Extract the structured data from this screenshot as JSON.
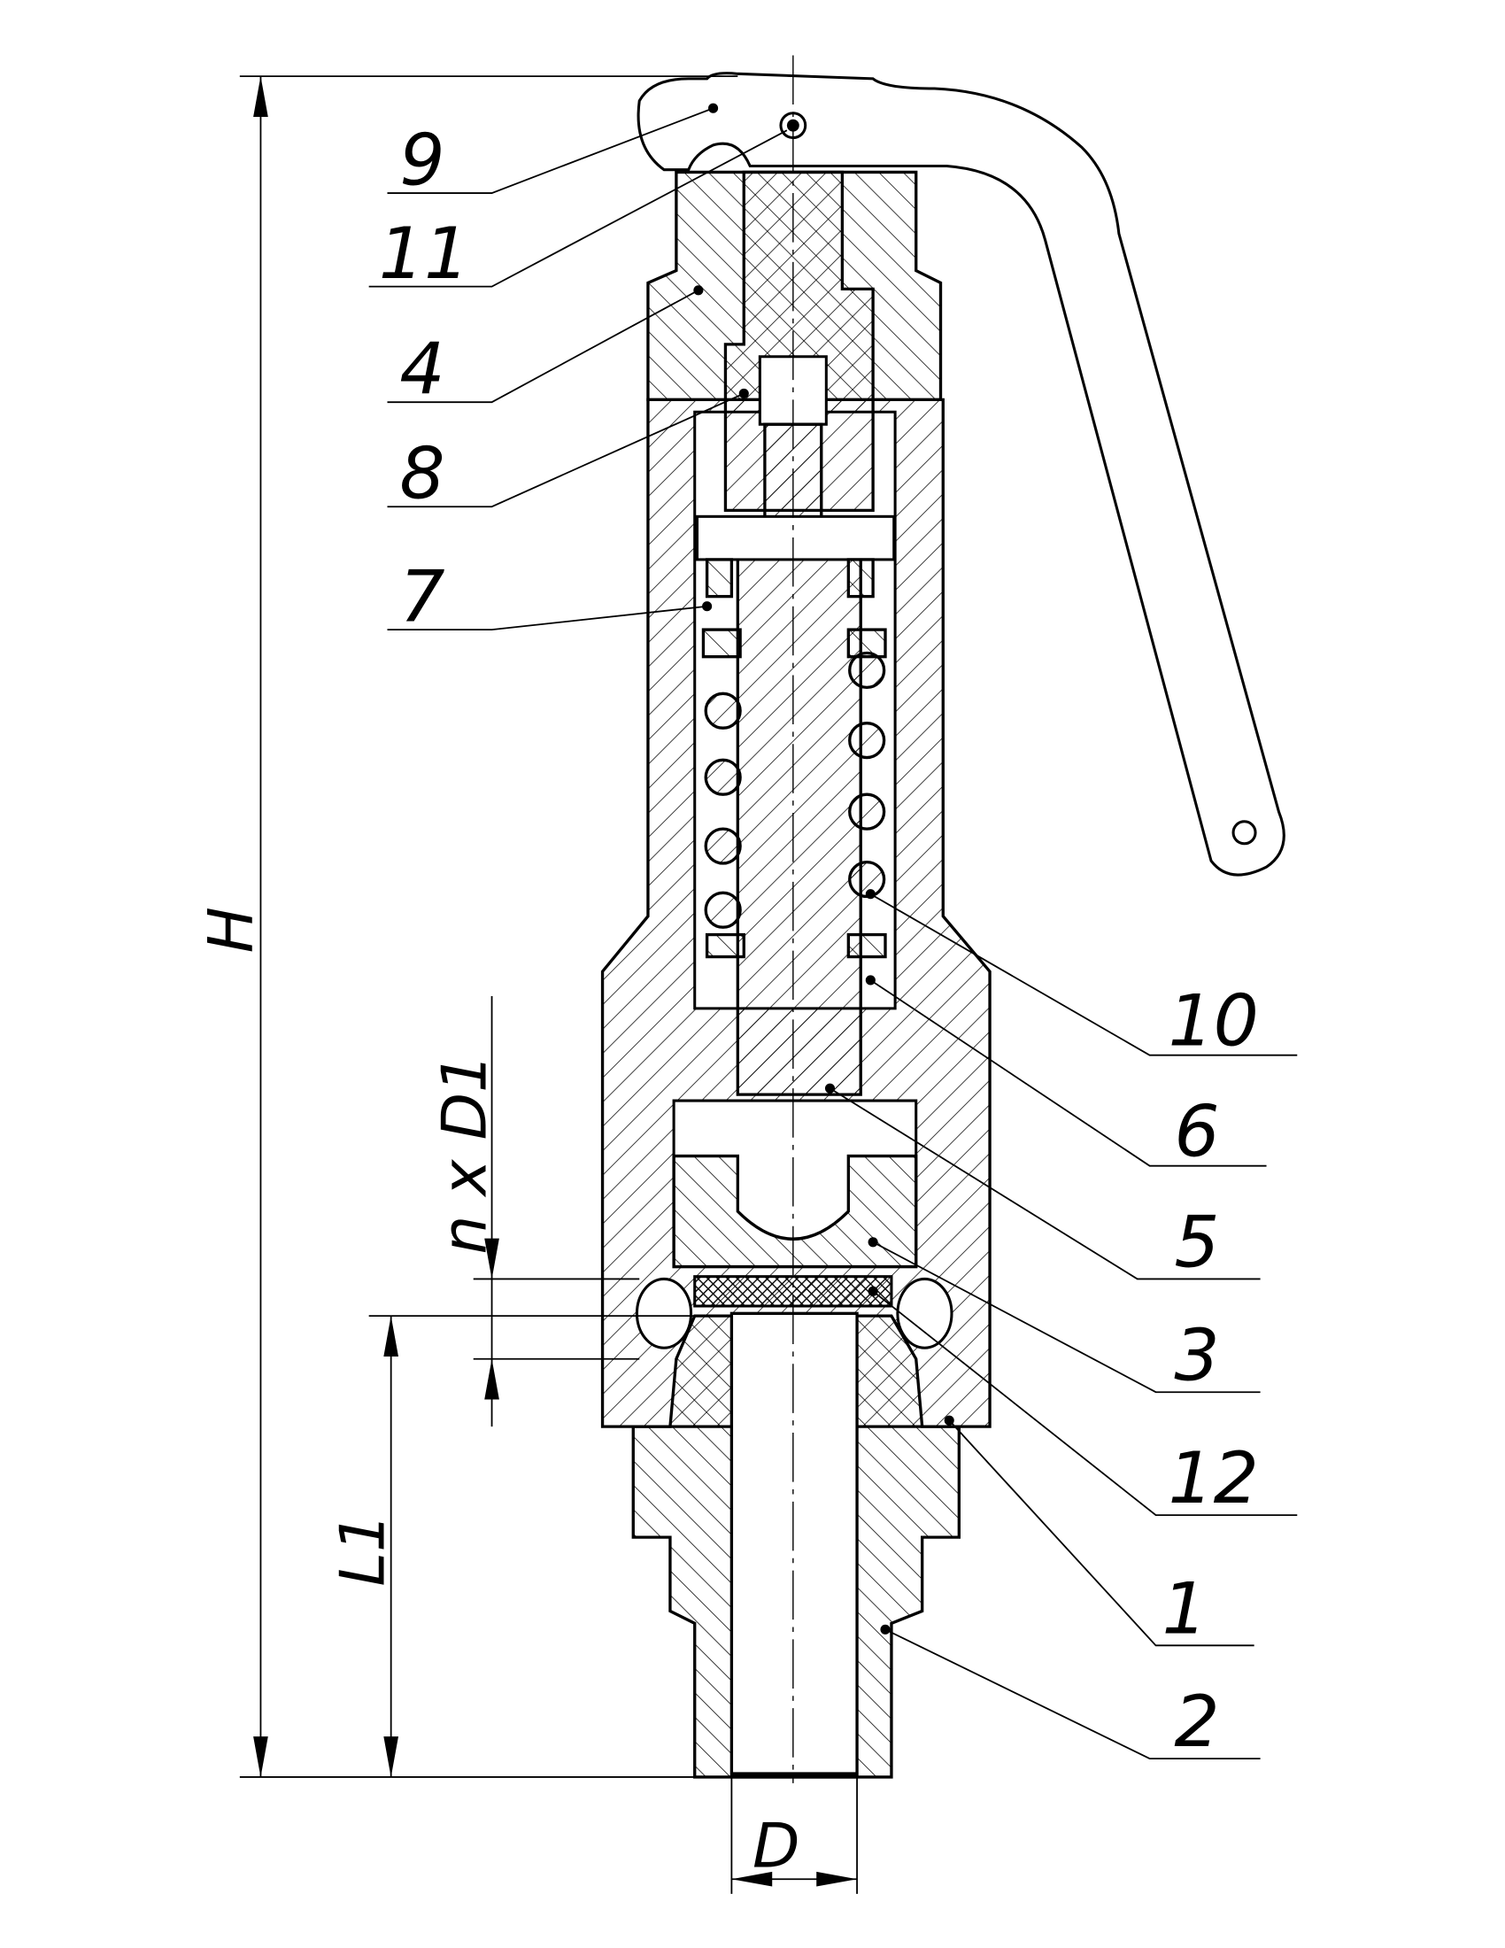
{
  "drawing": {
    "part_labels": [
      "9",
      "11",
      "4",
      "8",
      "7",
      "10",
      "6",
      "5",
      "3",
      "12",
      "1",
      "2"
    ],
    "dimensions": {
      "overall_height": "H",
      "inlet_length": "L1",
      "outlet_holes": "n x D1",
      "inlet_diameter": "D"
    }
  }
}
